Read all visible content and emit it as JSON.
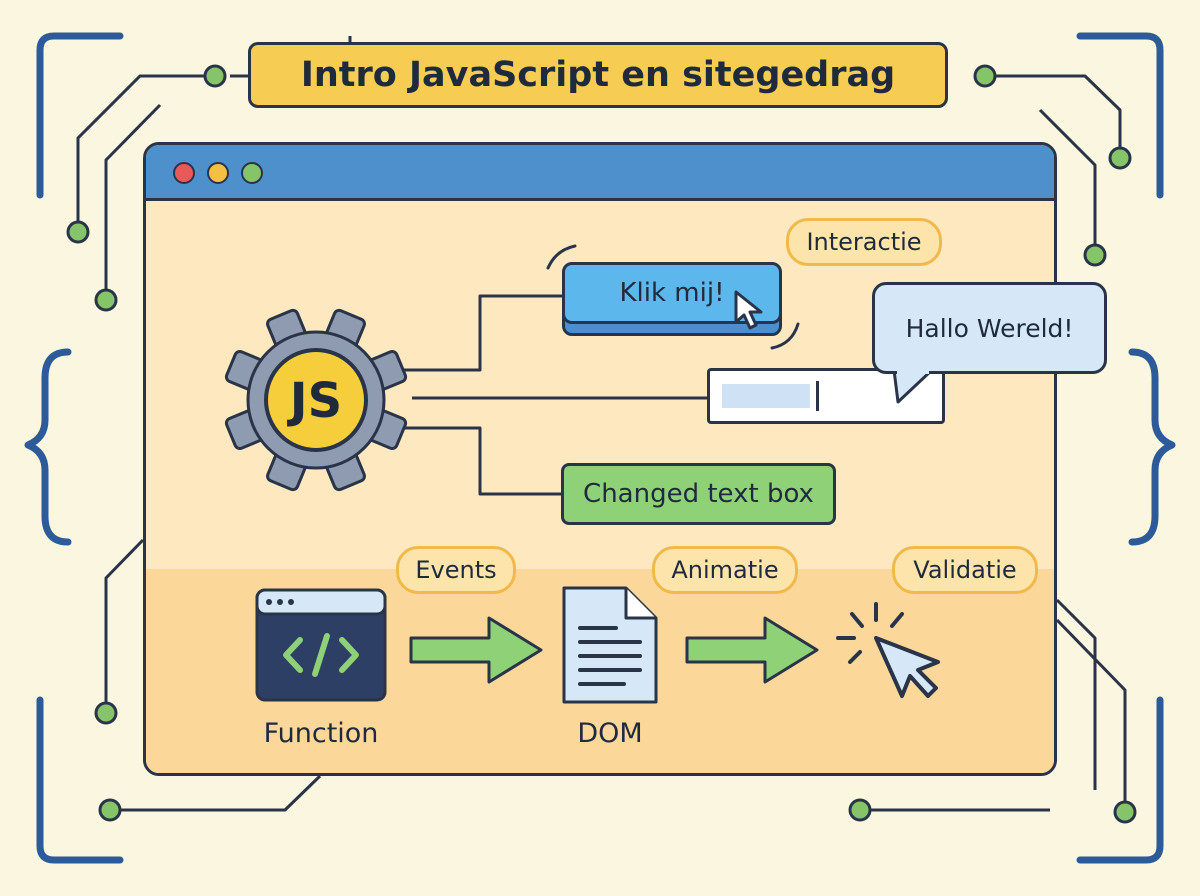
{
  "title": "Intro JavaScript en sitegedrag",
  "window": {
    "dot_colors": [
      "#e8595a",
      "#f5c042",
      "#86c46a"
    ]
  },
  "gear": {
    "icon": "gear-icon",
    "logo_text": "JS"
  },
  "tags": {
    "interactie": "Interactie",
    "events": "Events",
    "animatie": "Animatie",
    "validatie": "Validatie"
  },
  "elements": {
    "button_label": "Klik mij!",
    "speech_text": "Hallo Wereld!",
    "changed_text": "Changed text box"
  },
  "flow": {
    "function_label": "Function",
    "dom_label": "DOM",
    "icons": [
      "code-window-icon",
      "document-icon",
      "cursor-click-icon"
    ]
  },
  "colors": {
    "accent_yellow": "#f6cd52",
    "accent_blue": "#4e90cc",
    "accent_green": "#8ed176",
    "outline": "#2a3448"
  }
}
